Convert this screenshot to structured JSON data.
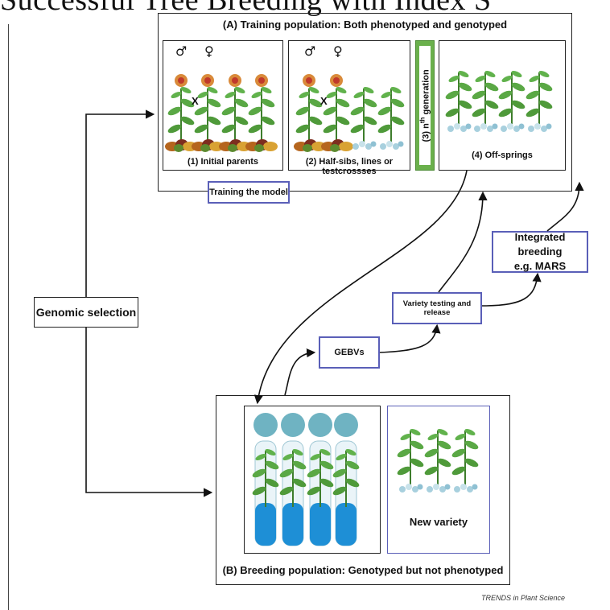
{
  "header_text": "Successful Tree Breeding with Index S",
  "training_population": {
    "title": "(A) Training population: Both phenotyped and genotyped",
    "panels": [
      {
        "label": "(1) Initial parents",
        "male_symbol": "♂",
        "female_symbol": "♀",
        "cross": "X"
      },
      {
        "label": "(2) Half-sibs, lines or testcrossses",
        "male_symbol": "♂",
        "female_symbol": "♀",
        "cross": "X"
      },
      {
        "label": "(4) Off-springs"
      }
    ],
    "generation_label": "(3) n",
    "generation_sup": "th",
    "generation_word": "generation",
    "training_model_label": "Training the model"
  },
  "genomic_selection_label": "Genomic selection",
  "gebvs_label": "GEBVs",
  "variety_testing_label": "Variety testing and release",
  "integrated_breeding": {
    "line1": "Integrated breeding",
    "line2": "e.g. MARS"
  },
  "breeding_population": {
    "title": "(B) Breeding population: Genotyped but not phenotyped",
    "new_variety_label": "New variety"
  },
  "footer": "TRENDS in Plant Science",
  "colors": {
    "box_border": "#222222",
    "blue_border": "#5a5fb8",
    "green_bar": "#6ab04c",
    "leaf_green": "#4f9a3a",
    "tube_blue": "#1e8fd6",
    "bulb_teal": "#6fb3c2"
  }
}
